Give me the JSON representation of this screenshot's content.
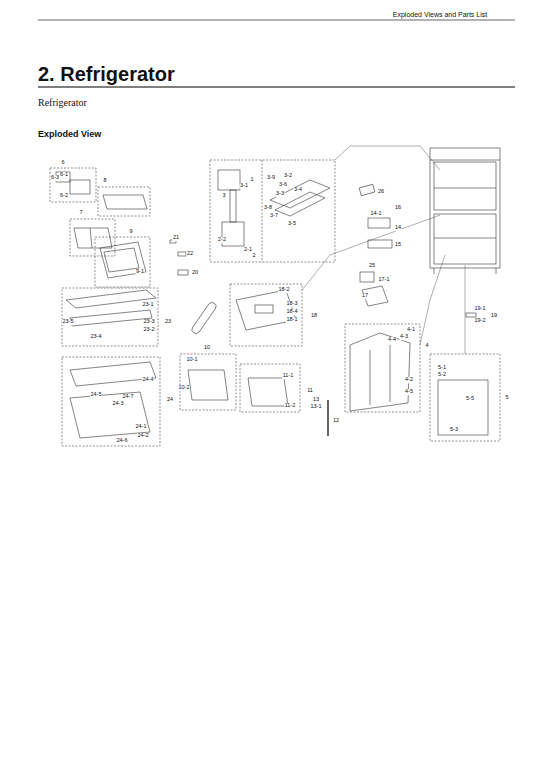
{
  "diagram": {
    "title": "2. Refrigerator",
    "labels": [
      "Exploded Views and Parts List",
      "Refrigerator",
      "Exploded View",
      "6",
      "6-3",
      "6-1",
      "6-2",
      "8",
      "7",
      "9",
      "9-1",
      "21",
      "22",
      "20",
      "3",
      "1",
      "3-1",
      "2-2",
      "2-1",
      "2",
      "3-9",
      "3-2",
      "3-6",
      "3-4",
      "3-3",
      "3-8",
      "3-7",
      "3-5",
      "26",
      "16",
      "14",
      "14-1",
      "15",
      "23-1",
      "23-5",
      "23-3",
      "23-2",
      "23-4",
      "23",
      "18-2",
      "18-3",
      "18-4",
      "18-1",
      "18",
      "25",
      "17",
      "17-1",
      "19",
      "19-1",
      "19-2",
      "10",
      "10-1",
      "10-2",
      "11-1",
      "11",
      "11-2",
      "13",
      "13-1",
      "12",
      "4-1",
      "4-3",
      "4-4",
      "4-2",
      "4-5",
      "4",
      "5-1",
      "5-2",
      "5-5",
      "5-3",
      "5",
      "24-4",
      "24-5",
      "24-7",
      "24-3",
      "24-1",
      "24-2",
      "24-6",
      "24"
    ]
  }
}
